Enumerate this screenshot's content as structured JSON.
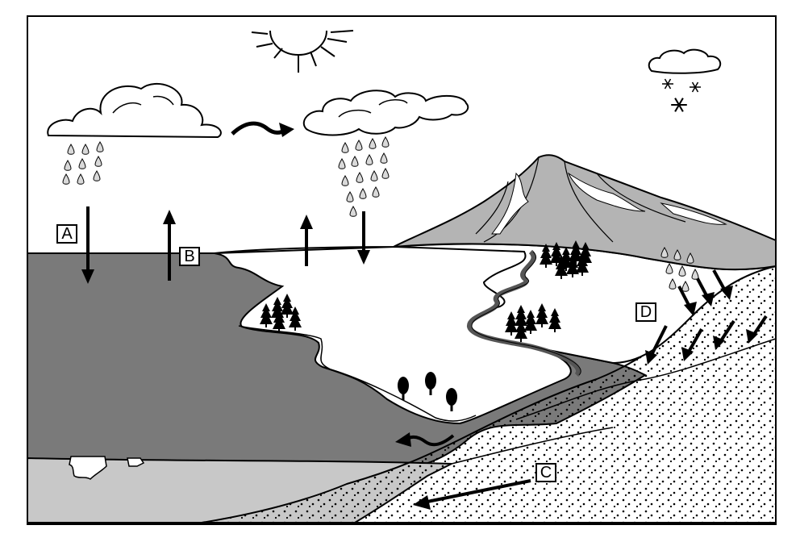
{
  "labels": {
    "a": "A",
    "b": "B",
    "c": "C",
    "d": "D"
  },
  "icons": [
    "sun-icon",
    "cloud-icon",
    "raindrop-icon",
    "snowflake-icon",
    "tree-icon",
    "arrow-icon"
  ],
  "colors": {
    "ocean": "#7a7a7a",
    "deep_water": "#c8c8c8",
    "mountain": "#b4b4b4",
    "ground": "#ffffff",
    "line": "#000000"
  }
}
